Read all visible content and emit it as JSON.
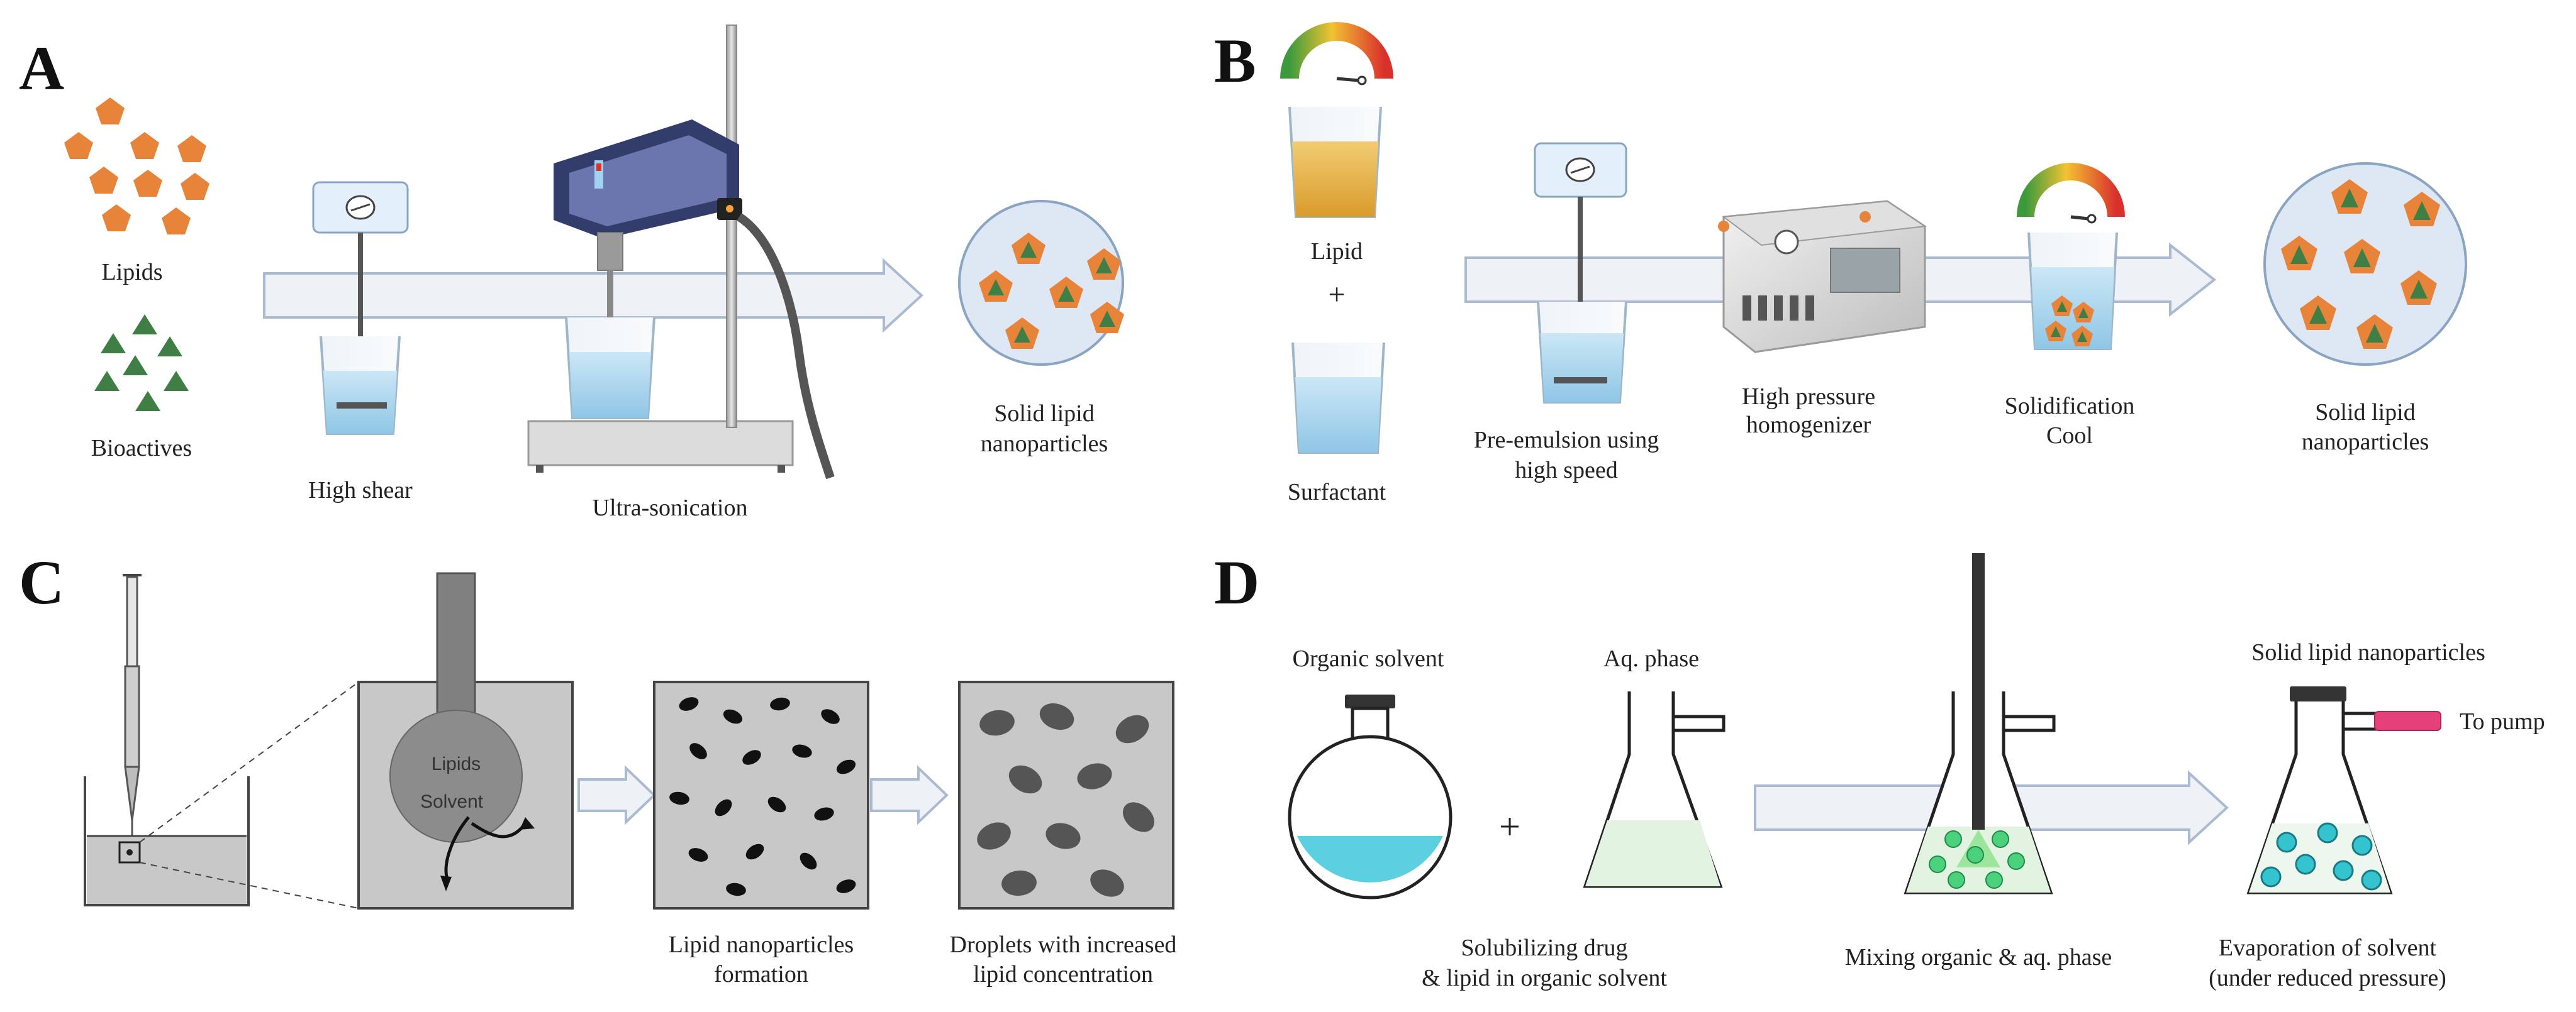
{
  "panels": {
    "A": {
      "letter": "A",
      "lipids_label": "Lipids",
      "bioactives_label": "Bioactives",
      "high_shear_label": "High shear",
      "ultrasonication_label": "Ultra-sonication",
      "result_label_line1": "Solid lipid",
      "result_label_line2": "nanoparticles"
    },
    "B": {
      "letter": "B",
      "lipid_label": "Lipid",
      "plus_label": "+",
      "surfactant_label": "Surfactant",
      "preemulsion_line1": "Pre-emulsion using",
      "preemulsion_line2": "high speed",
      "homogenizer_line1": "High pressure",
      "homogenizer_line2": "homogenizer",
      "solidification_line1": "Solidification",
      "solidification_line2": "Cool",
      "result_label_line1": "Solid lipid",
      "result_label_line2": "nanoparticles"
    },
    "C": {
      "letter": "C",
      "lipids_inner": "Lipids",
      "solvent_inner": "Solvent",
      "formation_line1": "Lipid nanoparticles",
      "formation_line2": "formation",
      "droplets_line1": "Droplets with increased",
      "droplets_line2": "lipid concentration"
    },
    "D": {
      "letter": "D",
      "organic_solvent_label": "Organic solvent",
      "plus_label": "+",
      "aq_phase_label": "Aq. phase",
      "solubilizing_line1": "Solubilizing drug",
      "solubilizing_line2": "& lipid in organic solvent",
      "mixing_label": "Mixing organic & aq. phase",
      "sln_label": "Solid lipid nanoparticles",
      "to_pump_label": "To pump",
      "evaporation_line1": "Evaporation of solvent",
      "evaporation_line2": "(under reduced pressure)"
    }
  },
  "colors": {
    "arrow_fill": "#eef2f7",
    "arrow_stroke": "#a9bad1",
    "lipid_orange": "#e8833a",
    "bioactive_green": "#3f7f45",
    "water_blue": "#a9d6ee",
    "lipid_yellow": "#e9b347",
    "cyan_liquid": "#5ccfe0",
    "green_liquid": "#e3f3e2",
    "gray_panel": "#c8c8c8",
    "device_navy": "#333d6b",
    "tube_pink": "#e6407a"
  }
}
